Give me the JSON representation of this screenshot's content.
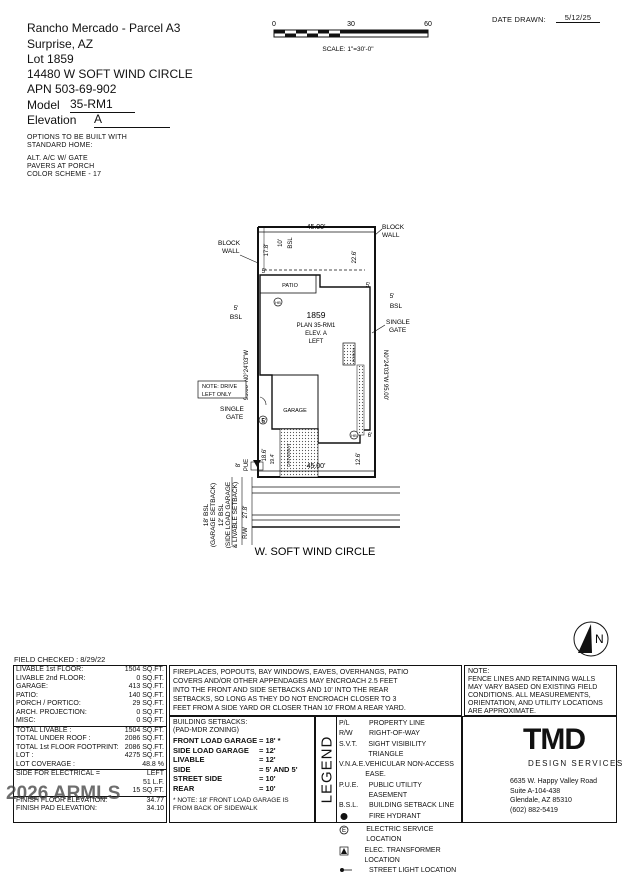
{
  "header": {
    "project": "Rancho Mercado - Parcel A3",
    "city": "Surprise, AZ",
    "lot": "Lot  1859",
    "address": "14480 W SOFT WIND CIRCLE",
    "apn": "APN  503-69-902",
    "model_label": "Model",
    "model_value": "35-RM1",
    "elevation_label": "Elevation",
    "elevation_value": "A",
    "options_title_1": "OPTIONS TO BE BUILT WITH",
    "options_title_2": "STANDARD HOME:",
    "options": [
      "ALT. A/C W/ GATE",
      "PAVERS AT PORCH",
      "COLOR SCHEME - 17"
    ]
  },
  "scale": {
    "ticks": [
      "0",
      "30",
      "60"
    ],
    "label": "SCALE:  1\"=30'-0\"",
    "date_label": "DATE DRAWN:",
    "date_value": "5/12/25"
  },
  "plan": {
    "dim_top": "45.00'",
    "dim_bottom": "45.00'",
    "block_wall_left": "BLOCK WALL",
    "block_wall_right": "BLOCK WALL",
    "setback_top_left": "17.8'",
    "setback_10": "10'",
    "bsl_rear": "BSL",
    "setback_right_top": "22.6'",
    "five_left": "5'",
    "five_right": "5'",
    "bsl_left_num": "5'",
    "bsl_left": "BSL",
    "bsl_right_num": "5'",
    "bsl_right": "BSL",
    "patio": "PATIO",
    "hb": "HB",
    "lot_number": "1859",
    "plan_text": [
      "PLAN 35-RM1",
      "ELEV. A",
      "LEFT"
    ],
    "single_gate_right": "SINGLE GATE",
    "single_gate_left": "SINGLE GATE",
    "bearing_left": "95.00'  N0°24'03\"W",
    "bearing_right": "N0°24'03\"W  95.00'",
    "porch": "PORCH",
    "note_drive": [
      "NOTE: DRIVE",
      "LEFT ONLY"
    ],
    "garage": "GARAGE",
    "driveway": "DRIVEWAY",
    "e_marker": "E",
    "five_gate": "5'",
    "six_right": "6'",
    "setback_18_6": "18.6'",
    "setback_12_6": "12.6'",
    "pue_8": "8'",
    "pue": "PUE",
    "setback_19_4": "19.4'",
    "dim_27_8": "27.8'",
    "rw": "R/W",
    "rotated_1": "18' BSL",
    "rotated_2": "(GARAGE SETBACK)",
    "rotated_3": "12' BSL",
    "rotated_4": "(SIDE LOAD GARAGE",
    "rotated_5": "& LIVABLE SETBACK)",
    "street": "W. SOFT WIND CIRCLE"
  },
  "field_checked": "FIELD CHECKED :  8/29/22",
  "areas": [
    {
      "label": "LIVABLE 1st FLOOR:",
      "value": "1504 SQ.FT."
    },
    {
      "label": "LIVABLE 2nd FLOOR:",
      "value": "0 SQ.FT."
    },
    {
      "label": "GARAGE:",
      "value": "413 SQ.FT."
    },
    {
      "label": "PATIO:",
      "value": "140 SQ.FT."
    },
    {
      "label": "PORCH / PORTICO:",
      "value": "29 SQ.FT."
    },
    {
      "label": "ARCH. PROJECTION:",
      "value": "0 SQ.FT."
    },
    {
      "label": "MISC:",
      "value": "0 SQ.FT."
    }
  ],
  "totals": [
    {
      "label": "TOTAL LIVABLE :",
      "value": "1504 SQ.FT."
    },
    {
      "label": "TOTAL UNDER ROOF :",
      "value": "2086 SQ.FT."
    },
    {
      "label": "TOTAL 1st FLOOR FOOTPRINT:",
      "value": "2086 SQ.FT."
    },
    {
      "label": "LOT :",
      "value": "4275 SQ.FT."
    },
    {
      "label": "LOT COVERAGE :",
      "value": "48.8 %"
    }
  ],
  "electric": [
    {
      "label": "SIDE FOR ELECTRICAL =",
      "value": "LEFT"
    },
    {
      "label": "",
      "value": "51 L.F."
    },
    {
      "label": "",
      "value": "15 SQ.FT."
    }
  ],
  "elevations": [
    {
      "label": "FINISH FLOOR ELEVATION:",
      "value": "34.77"
    },
    {
      "label": "FINISH PAD ELEVATION:",
      "value": "34.10"
    }
  ],
  "encroach_note": [
    "FIREPLACES, POPOUTS, BAY WINDOWS, EAVES, OVERHANGS, PATIO",
    "COVERS AND/OR OTHER APPENDAGES MAY ENCROACH 2.5 FEET",
    "INTO THE FRONT AND SIDE SETBACKS AND 10' INTO THE REAR",
    "SETBACKS, SO LONG AS THEY DO NOT ENCROACH CLOSER TO 3",
    "FEET FROM A SIDE YARD OR CLOSER THAN 10' FROM A REAR YARD."
  ],
  "fence_note": [
    "NOTE:",
    "FENCE LINES AND RETAINING WALLS",
    "MAY VARY BASED ON EXISTING FIELD",
    "CONDITIONS.  ALL MEASUREMENTS,",
    "ORIENTATION, AND UTILITY LOCATIONS",
    "ARE APPROXIMATE."
  ],
  "setbacks": {
    "title_1": "BUILDING SETBACKS:",
    "title_2": "(PAD-MDR ZONING)",
    "rows": [
      {
        "label": "FRONT LOAD GARAGE",
        "value": "= 18' *"
      },
      {
        "label": "SIDE LOAD GARAGE",
        "value": "= 12'"
      },
      {
        "label": "LIVABLE",
        "value": "= 12'"
      },
      {
        "label": "SIDE",
        "value": "= 5' AND 5'"
      },
      {
        "label": "STREET SIDE",
        "value": "= 10'"
      },
      {
        "label": "REAR",
        "value": "= 10'"
      }
    ],
    "note_1": "* NOTE: 18' FRONT LOAD GARAGE IS",
    "note_2": "FROM BACK OF SIDEWALK"
  },
  "legend": {
    "title": "LEGEND",
    "rows": [
      {
        "key": "P/L",
        "text": "PROPERTY LINE"
      },
      {
        "key": "R/W",
        "text": "RIGHT-OF-WAY"
      },
      {
        "key": "S.V.T.",
        "text": "SIGHT VISIBILITY TRIANGLE"
      },
      {
        "key": "V.N.A.E.",
        "text": "VEHICULAR NON-ACCESS EASE."
      },
      {
        "key": "P.U.E.",
        "text": "PUBLIC UTILITY EASEMENT"
      },
      {
        "key": "B.S.L.",
        "text": "BUILDING SETBACK LINE"
      },
      {
        "key": "",
        "text": "FIRE HYDRANT"
      },
      {
        "key": "",
        "text": "ELECTRIC SERVICE LOCATION"
      },
      {
        "key": "",
        "text": "ELEC. TRANSFORMER LOCATION"
      },
      {
        "key": "",
        "text": "STREET LIGHT LOCATION"
      }
    ],
    "e_symbol": "E"
  },
  "company": {
    "logo": "TMD",
    "subtitle": "DESIGN SERVICES",
    "address": [
      "6635 W. Happy Valley Road",
      "Suite A-104-438",
      "Glendale, AZ 85310",
      "(602) 882-5419"
    ]
  },
  "watermark": "2026 ARMLS",
  "north_letter": "N"
}
